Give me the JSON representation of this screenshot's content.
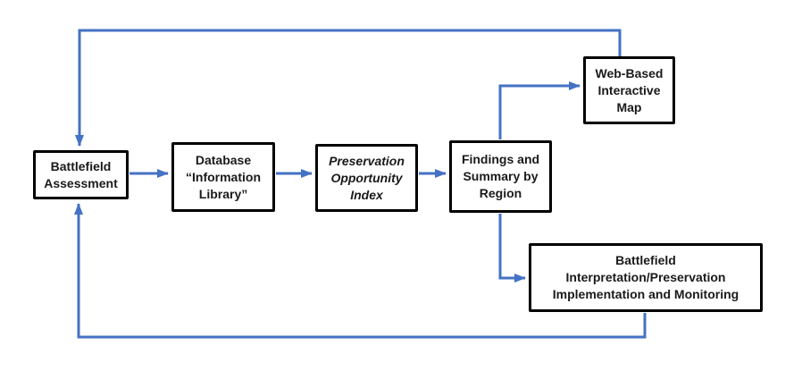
{
  "diagram": {
    "colors": {
      "connector": "#4472C4",
      "node_border": "#000000",
      "node_fill": "#FFFFFF",
      "background": "#FFFFFF"
    },
    "nodes": {
      "assessment": {
        "label": "Battlefield\nAssessment"
      },
      "database": {
        "label": "Database\n“Information\nLibrary”"
      },
      "poi": {
        "label": "Preservation\nOpportunity\nIndex",
        "style": "italic"
      },
      "findings": {
        "label": "Findings and\nSummary by\nRegion"
      },
      "webmap": {
        "label": "Web-Based\nInteractive\nMap"
      },
      "implementation": {
        "label": "Battlefield\nInterpretation/Preservation\nImplementation and Monitoring"
      }
    },
    "edges": [
      {
        "from": "assessment",
        "to": "database",
        "type": "forward"
      },
      {
        "from": "database",
        "to": "poi",
        "type": "forward"
      },
      {
        "from": "poi",
        "to": "findings",
        "type": "forward"
      },
      {
        "from": "findings",
        "to": "webmap",
        "type": "forward"
      },
      {
        "from": "findings",
        "to": "implementation",
        "type": "forward"
      },
      {
        "from": "webmap",
        "to": "assessment",
        "type": "feedback"
      },
      {
        "from": "implementation",
        "to": "assessment",
        "type": "feedback"
      }
    ]
  }
}
